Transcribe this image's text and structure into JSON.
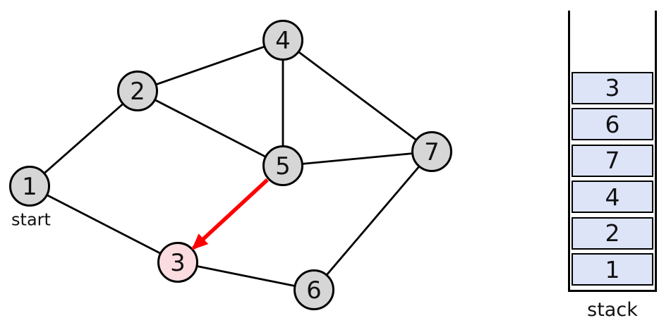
{
  "graph": {
    "nodes": [
      {
        "id": "1",
        "label": "1",
        "highlighted": false
      },
      {
        "id": "2",
        "label": "2",
        "highlighted": false
      },
      {
        "id": "3",
        "label": "3",
        "highlighted": true
      },
      {
        "id": "4",
        "label": "4",
        "highlighted": false
      },
      {
        "id": "5",
        "label": "5",
        "highlighted": false
      },
      {
        "id": "6",
        "label": "6",
        "highlighted": false
      },
      {
        "id": "7",
        "label": "7",
        "highlighted": false
      }
    ],
    "start_node_label": "start",
    "edges": [
      "1-2",
      "1-3",
      "2-4",
      "2-5",
      "4-5",
      "4-7",
      "5-7",
      "3-6",
      "6-7"
    ],
    "active_arrow": {
      "from": "5",
      "to": "3"
    }
  },
  "stack": {
    "label": "stack",
    "items_top_to_bottom": [
      "3",
      "6",
      "7",
      "4",
      "2",
      "1"
    ]
  },
  "colors": {
    "node_fill": "#d6d6d6",
    "highlighted_node_fill": "#fbdce1",
    "stack_cell_fill": "#dde4f8",
    "arrow": "#fe0000",
    "outline": "#000000"
  }
}
